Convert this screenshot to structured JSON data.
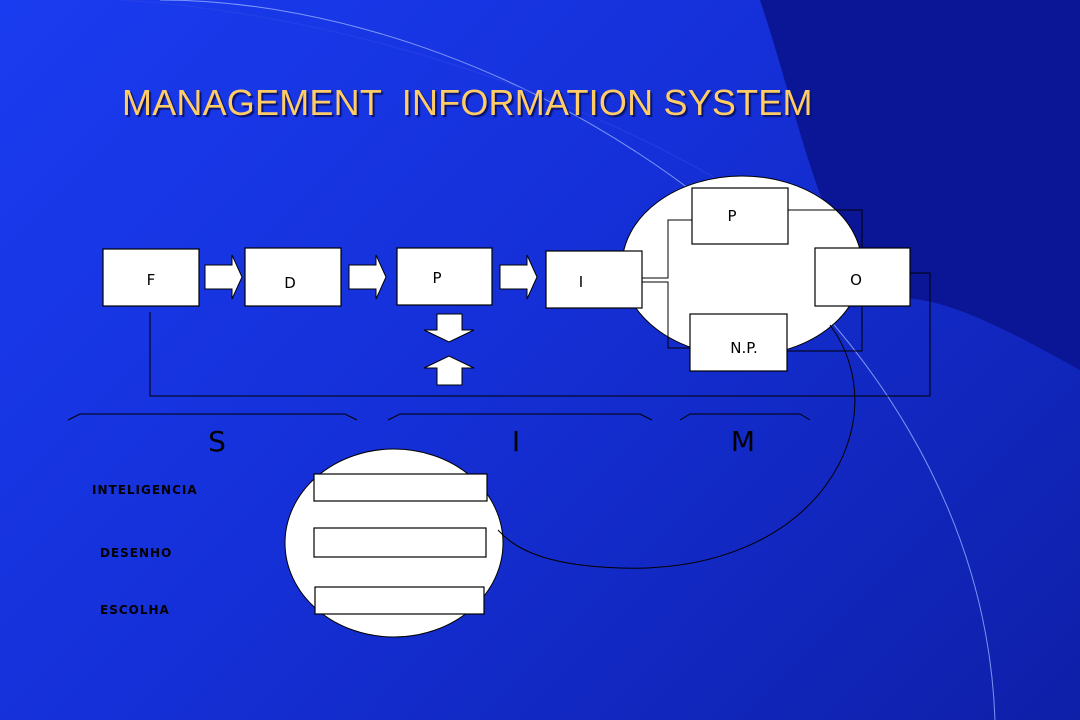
{
  "title": "MANAGEMENT  INFORMATION SYSTEM",
  "colors": {
    "title": "#ffcc66",
    "background": "#1a3cf0",
    "dark_band": "#0b1696",
    "box": "#ffffff"
  },
  "flow_boxes": {
    "f": "F",
    "d": "D",
    "p1": "P",
    "i": "I",
    "p2": "P",
    "np": "N.P.",
    "o": "O"
  },
  "sim": {
    "s": "S",
    "i": "I",
    "m": "M"
  },
  "phases": {
    "inteligencia": "INTELIGENCIA",
    "desenho": "DESENHO",
    "escolha": "ESCOLHA"
  }
}
